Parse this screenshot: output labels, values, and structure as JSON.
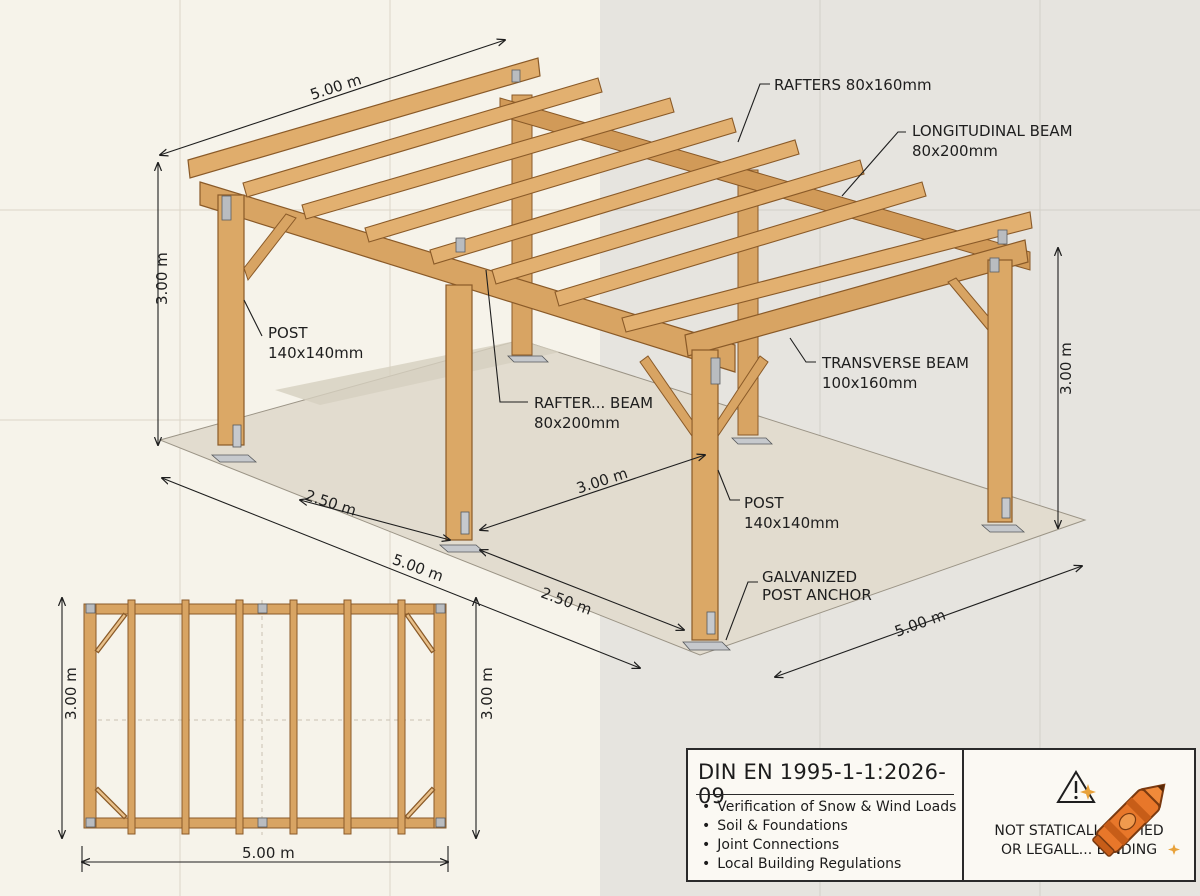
{
  "labels": {
    "rafters": "RAFTERS 80x160mm",
    "longitudinal_beam": [
      "LONGITUDINAL BEAM",
      "80x200mm"
    ],
    "post_left": [
      "POST",
      "140x140mm"
    ],
    "rafter_beam": [
      "RAFTER... BEAM",
      "80x200mm"
    ],
    "transverse_beam": [
      "TRANSVERSE BEAM",
      "100x160mm"
    ],
    "post_front": [
      "POST",
      "140x140mm"
    ],
    "anchor": [
      "GALVANIZED",
      "POST ANCHOR"
    ]
  },
  "dimensions": {
    "top_length": "5.00 m",
    "left_height": "3.00 m",
    "right_height": "3.00 m",
    "floor_half_a": "2.50 m",
    "floor_total": "5.00 m",
    "floor_half_b": "2.50 m",
    "floor_depth": "3.00 m",
    "floor_right": "5.00 m"
  },
  "plan_view": {
    "width_label": "5.00 m",
    "depth_left": "3.00 m",
    "depth_right": "3.00 m"
  },
  "title_block": {
    "standard": "DIN EN 1995-1-1:2026-09",
    "checklist": [
      "Verification of Snow & Wind Loads",
      "Soil & Foundations",
      "Joint Connections",
      "Local Building Regulations"
    ],
    "warning_line1": "NOT STATICALL... TIFIED",
    "warning_line2": "OR LEGALL... BINDING"
  },
  "colors": {
    "wood": "#d8a463",
    "wood_dark": "#b97d3f",
    "wood_light": "#eec48a",
    "steel": "#b9bcc0",
    "ink": "#1e1e1e",
    "paper": "#f6f3ea",
    "crayon": "#e8772a"
  }
}
